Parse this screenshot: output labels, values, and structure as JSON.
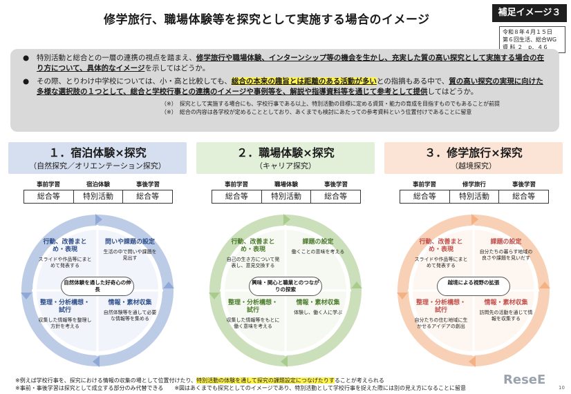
{
  "title": "修学旅行、職場体験等を探究として実施する場合のイメージ",
  "supplement": "補足イメージ３",
  "reference": {
    "date": "令和８年４月１５日",
    "meeting": "第６回生活、総合WG",
    "doc": "資 料 ２　p．４６"
  },
  "summary": {
    "bullet": "●",
    "p1_a": "特別活動と総合との一層の連携の視点を踏まえ、",
    "p1_b": "修学旅行や職場体験、インターンシップ等の機会を生かし、充実した質の高い探究として実施する場合の在り方について、具体的なイメージ",
    "p1_c": "を示してはどうか。",
    "p2_a": "その際、とりわけ中学校については、小・高と比較しても、",
    "p2_b": "総合の本来の趣旨とは距離のある活動が多い",
    "p2_c": "との指摘もある中で、",
    "p2_d": "質の高い探究の実現に向けた多様な選択肢の１つとして、総合と学校行事との連携のイメージや事例等を、解説や指導資料等を通じて参考として提供",
    "p2_e": "してはどうか。",
    "note1": "（※）　探究として実施する場合にも、学校行事である以上、特別活動の目標に定める資質・能力の育成を目指すものでもあることが前提",
    "note2": "（※）　総合の内容は各学校が定めることとしており、あくまでも検討にあたっての参考資料という位置付けであることに留意"
  },
  "step_labels": [
    "事前学習",
    "事後学習"
  ],
  "columns": [
    {
      "title": "１．宿泊体験×探究",
      "subtitle": "（自然探究／オリエンテーション探究）",
      "mid_label": "宿泊体験",
      "boxes": [
        "総合等",
        "特別活動",
        "総合等"
      ],
      "center": "自然体験を通した好奇心の伸長",
      "q1_title": "行動、改善まとめ・表現",
      "q1_desc": "スライドや作品等にまとめて発表する",
      "q2_title": "問いや課題の設定",
      "q2_desc": "生活の中で問いや課題を見出す",
      "q3_title": "整理・分析構想・試行",
      "q3_desc": "収集した情報等を整理し方針を考える",
      "q4_title": "情報・素材収集",
      "q4_desc": "自然体験等を通して必要な情報等を集める",
      "accent": "#8fa8d6"
    },
    {
      "title": "２．職場体験×探究",
      "subtitle": "（キャリア探究）",
      "mid_label": "職場体験",
      "boxes": [
        "総合等",
        "特別活動",
        "総合等"
      ],
      "center": "興味・関心と職業とのつながりの探索",
      "q1_title": "行動、改善まとめ・表現",
      "q1_desc": "自己の生き方について発表し、意見交換する",
      "q2_title": "課題の設定",
      "q2_desc": "働くことの意味を考える",
      "q3_title": "整理・分析構想・試行",
      "q3_desc": "収集した情報等をもとに働く意味を考える",
      "q4_title": "情報・素材収集",
      "q4_desc": "体験し、働く人に学ぶ",
      "accent": "#a9cc8c"
    },
    {
      "title": "３．修学旅行×探究",
      "subtitle": "（越境探究）",
      "mid_label": "修学旅行",
      "boxes": [
        "総合等",
        "特別活動",
        "総合等"
      ],
      "center": "越境による視野の拡張",
      "q1_title": "行動、改善まとめ・表現",
      "q1_desc": "スライドや作品等にまとめて発表する",
      "q2_title": "課題の設定",
      "q2_desc": "自分たちの暮らす地域の良さや課題を見いだす",
      "q3_title": "整理・分析構想・試行",
      "q3_desc": "自分たちの住む地域に生かせるアイデアの創出",
      "q4_title": "情報・素材収集",
      "q4_desc": "訪問先の活動を通じて情報を収集する",
      "accent": "#f4b183"
    }
  ],
  "footer": {
    "f1_a": "※例えば学校行事を、探究における情報の収集の場として位置付けたり、",
    "f1_b": "特別活動の体験を通して探究の課題設定につなげたりす",
    "f1_c": "ることが考えられる",
    "f2": "※事前・事後学習は探究として成立する部分のみ代替できる",
    "f3": "※図はあくまでも探究としてのイメージであり、特別活動として学校行事を捉えた際には別の見え方になることに留意"
  },
  "logo": "ReseE",
  "page": "10"
}
